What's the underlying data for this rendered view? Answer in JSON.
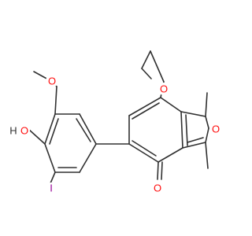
{
  "atoms": {
    "carbonyl_o": "O",
    "furan_o": "O",
    "ethoxy_o": "O",
    "methoxy_o": "O",
    "hydroxyl_o": "O",
    "hydroxyl_h": "H",
    "iodine": "I"
  },
  "colors": {
    "bond": "#303030",
    "oxygen": "#ff0d0d",
    "iodine": "#940094",
    "background": "#ffffff"
  }
}
